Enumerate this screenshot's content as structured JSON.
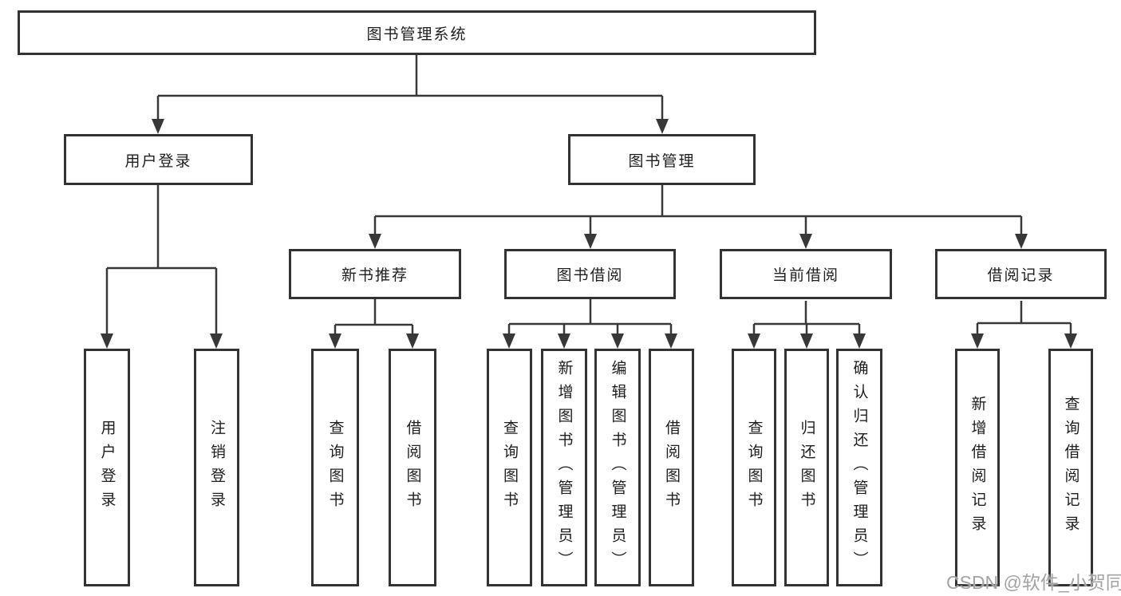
{
  "nodes": {
    "root": "图书管理系统",
    "user_login": "用户登录",
    "book_mgmt": "图书管理",
    "new_book_rec": "新书推荐",
    "book_borrow": "图书借阅",
    "current_borrow": "当前借阅",
    "borrow_records": "借阅记录",
    "leaf_user_login": "用户登录",
    "leaf_logout": "注销登录",
    "leaf_nb_query": "查询图书",
    "leaf_nb_borrow": "借阅图书",
    "leaf_bb_query": "查询图书",
    "leaf_bb_add": "新增图书（管理员）",
    "leaf_bb_edit": "编辑图书（管理员）",
    "leaf_bb_borrow": "借阅图书",
    "leaf_cb_query": "查询图书",
    "leaf_cb_return": "归还图书",
    "leaf_cb_confirm": "确认归还（管理员）",
    "leaf_br_add": "新增借阅记录",
    "leaf_br_query": "查询借阅记录"
  },
  "watermark": "CSDN @软件_小贺同学",
  "colors": {
    "background": "#ffffff",
    "line": "#383838",
    "box_border": "#333333",
    "text": "#1e1e1e",
    "watermark": "#a3a3a3"
  }
}
